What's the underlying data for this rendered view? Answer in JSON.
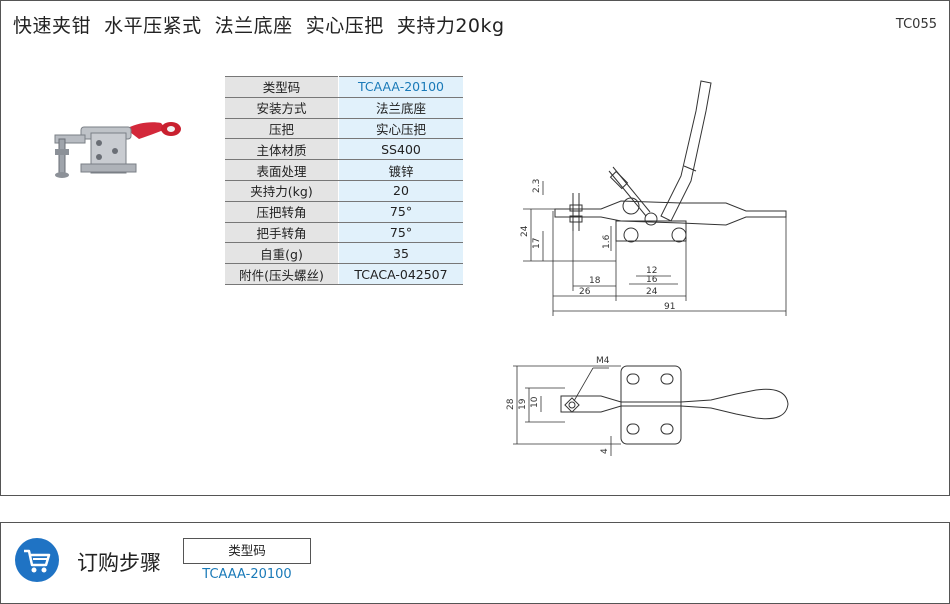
{
  "header": {
    "title": "快速夹钳  水平压紧式  法兰底座  实心压把  夹持力20kg",
    "code": "TC055"
  },
  "spec_table": [
    {
      "key": "类型码",
      "value": "TCAAA-20100"
    },
    {
      "key": "安装方式",
      "value": "法兰底座"
    },
    {
      "key": "压把",
      "value": "实心压把"
    },
    {
      "key": "主体材质",
      "value": "SS400"
    },
    {
      "key": "表面处理",
      "value": "镀锌"
    },
    {
      "key": "夹持力(kg)",
      "value": "20"
    },
    {
      "key": "压把转角",
      "value": "75°"
    },
    {
      "key": "把手转角",
      "value": "75°"
    },
    {
      "key": "自重(g)",
      "value": "35"
    },
    {
      "key": "附件(压头螺丝)",
      "value": "TCACA-042507"
    }
  ],
  "drawing": {
    "side_dims": [
      "2.3",
      "24",
      "17",
      "1.6",
      "18",
      "26",
      "12",
      "16",
      "24",
      "91"
    ],
    "top_dims": [
      "M4",
      "28",
      "19",
      "10",
      "4"
    ]
  },
  "order": {
    "label": "订购步骤",
    "box_label": "类型码",
    "value": "TCAAA-20100"
  },
  "colors": {
    "accent_blue": "#1a7ab8",
    "cart_blue": "#1f73c4",
    "handle_red": "#d3283a"
  }
}
